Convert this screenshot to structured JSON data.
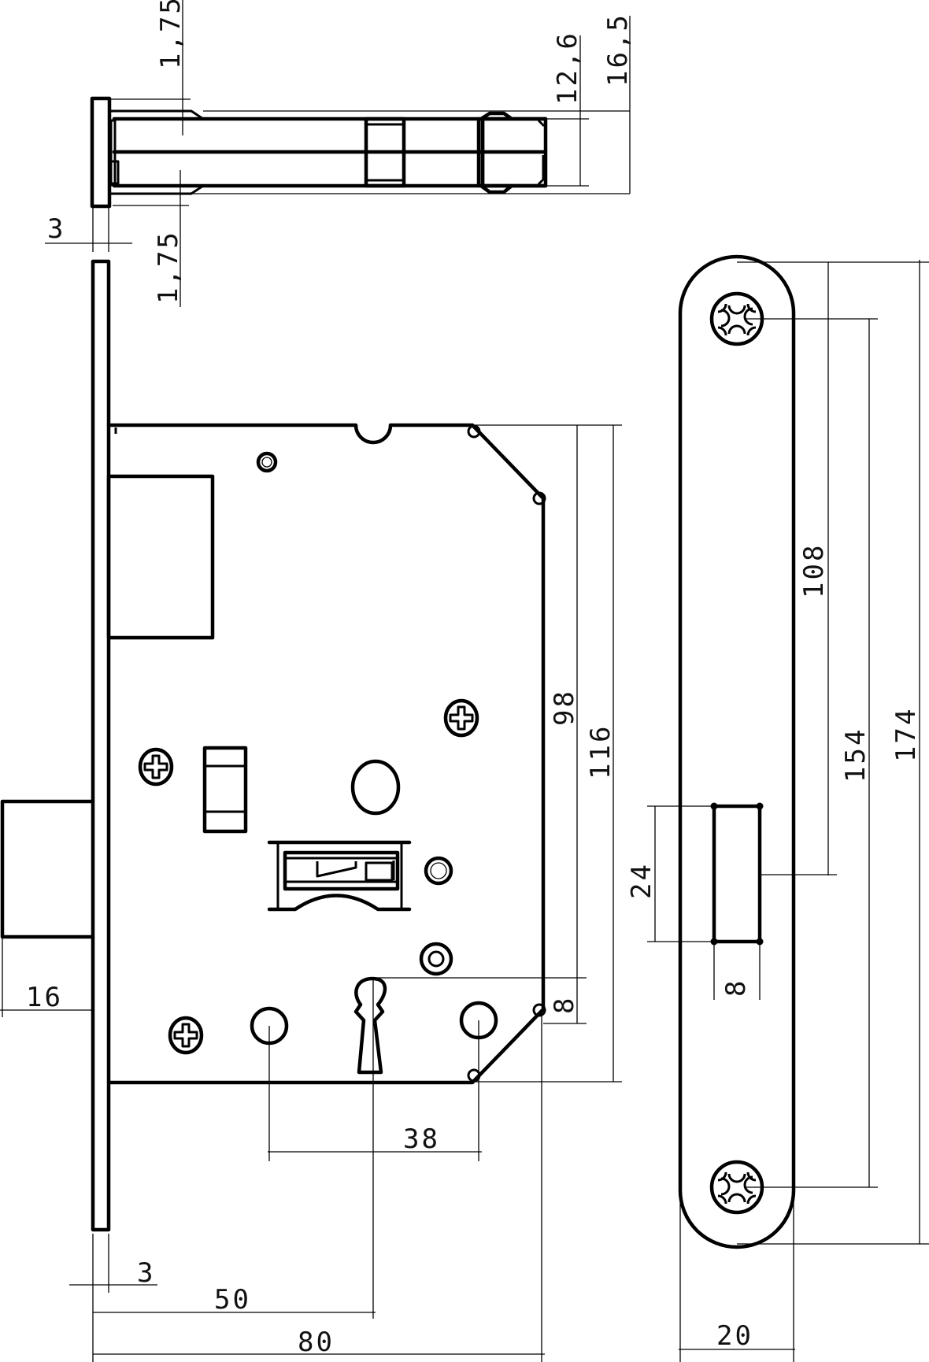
{
  "drawing": {
    "subject": "Mortise lock with faceplate and strike plate — dimensioned drawing",
    "line_color": "#000000",
    "background": "#ffffff"
  },
  "dimensions": {
    "top_view": {
      "flange_offset_top": "1,75",
      "flange_offset_bottom": "1,75",
      "faceplate_thickness": "3",
      "body_height_inner": "12,6",
      "body_height_outer": "16,5"
    },
    "front_view": {
      "latch_projection": "16",
      "faceplate_thickness": "3",
      "backset": "50",
      "body_depth": "80",
      "hole_spacing": "38",
      "body_height_inner": "98",
      "body_height_outer": "116",
      "keyhole_offset": "8"
    },
    "strike_plate": {
      "screw_spacing": "154",
      "total_length": "174",
      "latch_offset": "108",
      "opening_height": "24",
      "opening_width": "8",
      "plate_width": "20"
    }
  }
}
